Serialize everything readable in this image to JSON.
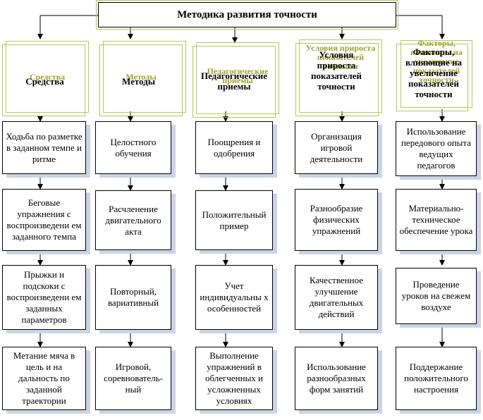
{
  "title": "Методика развития точности",
  "columns": [
    {
      "header": "Средства",
      "items": [
        "Ходьба по разметке в заданном темпе и ритме",
        "Беговые упражнения с воспроизведени ем заданного темпа",
        "Прыжки и подскоки с воспроизведени ем заданных параметров",
        "Метание мяча в цель и на дальность по заданной траектории"
      ]
    },
    {
      "header": "Методы",
      "items": [
        "Целостного обучения",
        "Расчленение двигательного акта",
        "Повторный, вариативный",
        "Игровой, соревнователь-ный"
      ]
    },
    {
      "header": "Педагогические приемы",
      "items": [
        "Поощрения и одобрения",
        "Положительный пример",
        "Учет индивидуальны х особенностей",
        "Выполнение упражнений в облегченных и усложненных условиях"
      ]
    },
    {
      "header": "Условия прироста показателей точности",
      "items": [
        "Организация игровой деятельности",
        "Разнообразие физических упражнений",
        "Качественное улучшение двигательных действий",
        "Использование разнообразных форм занятий"
      ]
    },
    {
      "header": "Факторы, влияющие на увеличение показателей точности",
      "items": [
        "Использование передового опыта ведущих педагогов",
        "Материально-техническое обеспечение урока",
        "Проведение уроков на свежем воздухе",
        "Поддержание положительного настроения"
      ]
    }
  ],
  "colors": {
    "border": "#000000",
    "frame_accent": "#b4c85a",
    "shadow": "#ccd3e6",
    "ghost_text": "#9aa52a"
  }
}
